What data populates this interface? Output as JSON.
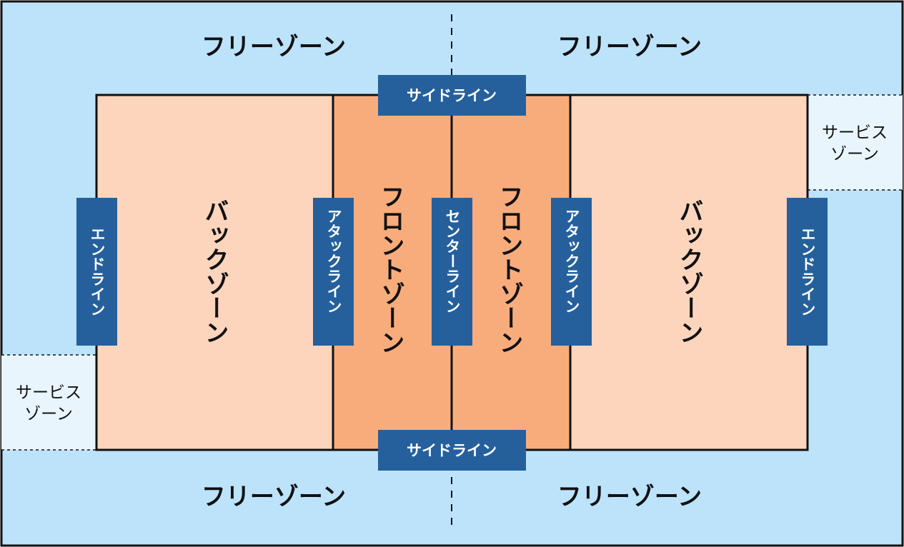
{
  "colors": {
    "background": "#bde3fb",
    "back_zone": "#fdd5bd",
    "front_zone": "#f8ac7c",
    "service_zone": "#e9f5fd",
    "line_box": "#25609d",
    "court_line": "#111111"
  },
  "free_zones": [
    "フリーゾーン",
    "フリーゾーン",
    "フリーゾーン",
    "フリーゾーン"
  ],
  "back_zones": [
    "バックゾーン",
    "バックゾーン"
  ],
  "front_zones": [
    "フロントゾーン",
    "フロントゾーン"
  ],
  "service_zones": [
    [
      "サービス",
      "ゾーン"
    ],
    [
      "サービス",
      "ゾーン"
    ]
  ],
  "lines": {
    "side_top": "サイドライン",
    "side_bottom": "サイドライン",
    "end_left": "エンドライン",
    "end_right": "エンドライン",
    "attack_left": "アタックライン",
    "attack_right": "アタックライン",
    "center": "センターライン"
  }
}
